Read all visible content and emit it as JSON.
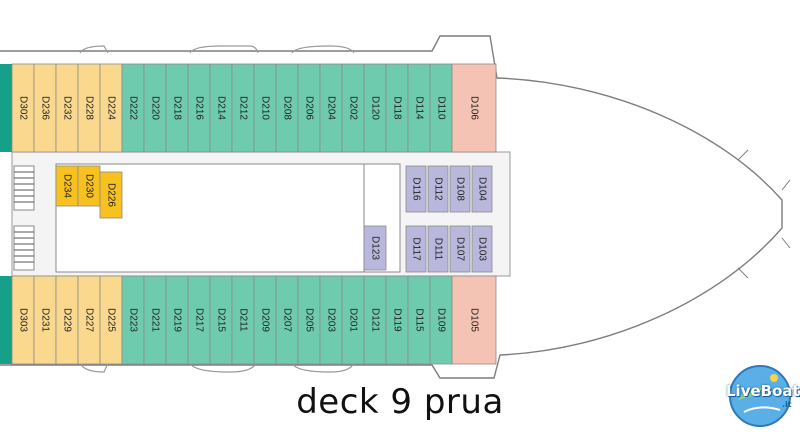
{
  "title": "deck 9 prua",
  "logo": {
    "text": "LiveBoat",
    "suffix": ".it"
  },
  "colors": {
    "yellow": "#fad98f",
    "green": "#6fcbae",
    "pink": "#f5c3b3",
    "purple": "#b9b8dc",
    "orange": "#f7c21f",
    "teal_edge": "#16a08a",
    "hull": "#7d7d7d",
    "corridor": "#f4f4f4"
  },
  "cabins": {
    "top_row": [
      {
        "id": "D302",
        "color": "yellow"
      },
      {
        "id": "D236",
        "color": "yellow"
      },
      {
        "id": "D232",
        "color": "yellow"
      },
      {
        "id": "D228",
        "color": "yellow"
      },
      {
        "id": "D224",
        "color": "yellow"
      },
      {
        "id": "D222",
        "color": "green"
      },
      {
        "id": "D220",
        "color": "green"
      },
      {
        "id": "D218",
        "color": "green"
      },
      {
        "id": "D216",
        "color": "green"
      },
      {
        "id": "D214",
        "color": "green"
      },
      {
        "id": "D212",
        "color": "green"
      },
      {
        "id": "D210",
        "color": "green"
      },
      {
        "id": "D208",
        "color": "green"
      },
      {
        "id": "D206",
        "color": "green"
      },
      {
        "id": "D204",
        "color": "green"
      },
      {
        "id": "D202",
        "color": "green"
      },
      {
        "id": "D120",
        "color": "green"
      },
      {
        "id": "D118",
        "color": "green"
      },
      {
        "id": "D114",
        "color": "green"
      },
      {
        "id": "D110",
        "color": "green"
      },
      {
        "id": "D106",
        "color": "pink"
      }
    ],
    "bottom_row": [
      {
        "id": "D303",
        "color": "yellow"
      },
      {
        "id": "D231",
        "color": "yellow"
      },
      {
        "id": "D229",
        "color": "yellow"
      },
      {
        "id": "D227",
        "color": "yellow"
      },
      {
        "id": "D225",
        "color": "yellow"
      },
      {
        "id": "D223",
        "color": "green"
      },
      {
        "id": "D221",
        "color": "green"
      },
      {
        "id": "D219",
        "color": "green"
      },
      {
        "id": "D217",
        "color": "green"
      },
      {
        "id": "D215",
        "color": "green"
      },
      {
        "id": "D211",
        "color": "green"
      },
      {
        "id": "D209",
        "color": "green"
      },
      {
        "id": "D207",
        "color": "green"
      },
      {
        "id": "D205",
        "color": "green"
      },
      {
        "id": "D203",
        "color": "green"
      },
      {
        "id": "D201",
        "color": "green"
      },
      {
        "id": "D121",
        "color": "green"
      },
      {
        "id": "D119",
        "color": "green"
      },
      {
        "id": "D115",
        "color": "green"
      },
      {
        "id": "D109",
        "color": "green"
      },
      {
        "id": "D105",
        "color": "pink"
      }
    ],
    "interior_yellow": [
      "D234",
      "D230",
      "D226"
    ],
    "interior_purple": [
      "D123",
      "D116",
      "D112",
      "D108",
      "D104",
      "D117",
      "D111",
      "D107",
      "D103"
    ]
  }
}
